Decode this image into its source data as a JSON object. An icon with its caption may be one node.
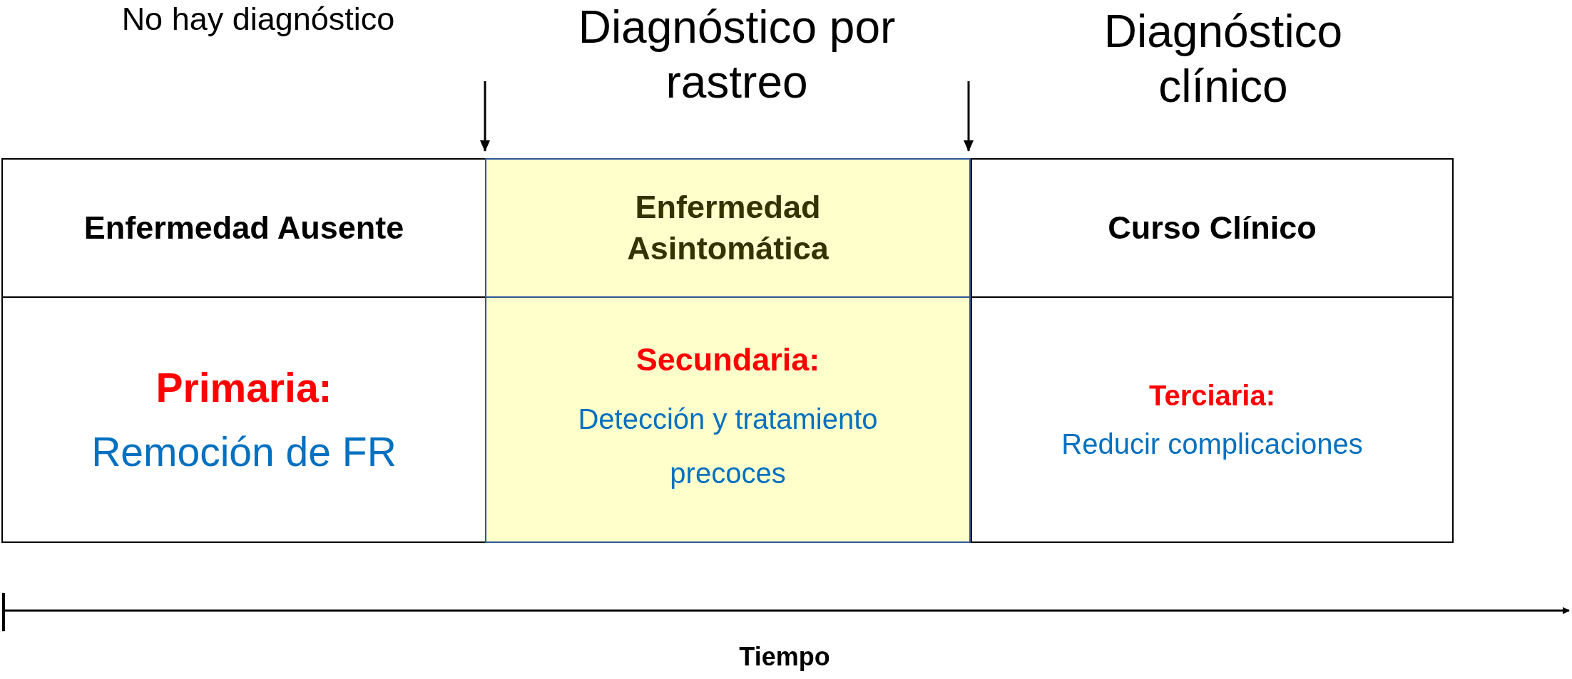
{
  "diagram": {
    "nodes": [
      {
        "text": [
          "Enfermedad Ausente"
        ]
      },
      {
        "text": [
          "Enfermedad Asintomática"
        ]
      },
      {
        "text": [
          "Curso Clínico"
        ]
      },
      {
        "text": [
          "Primaria:",
          "Remoción de FR"
        ]
      },
      {
        "text": [
          "Secundaria:",
          "Detección y tratamiento precoces"
        ]
      },
      {
        "text": [
          "Terciaria:",
          "Reducir complicaciones"
        ]
      }
    ],
    "labels": [
      "No hay diagnóstico",
      "Diagnóstico por rastreo",
      "Diagnóstico clínico",
      "Tiempo"
    ]
  }
}
